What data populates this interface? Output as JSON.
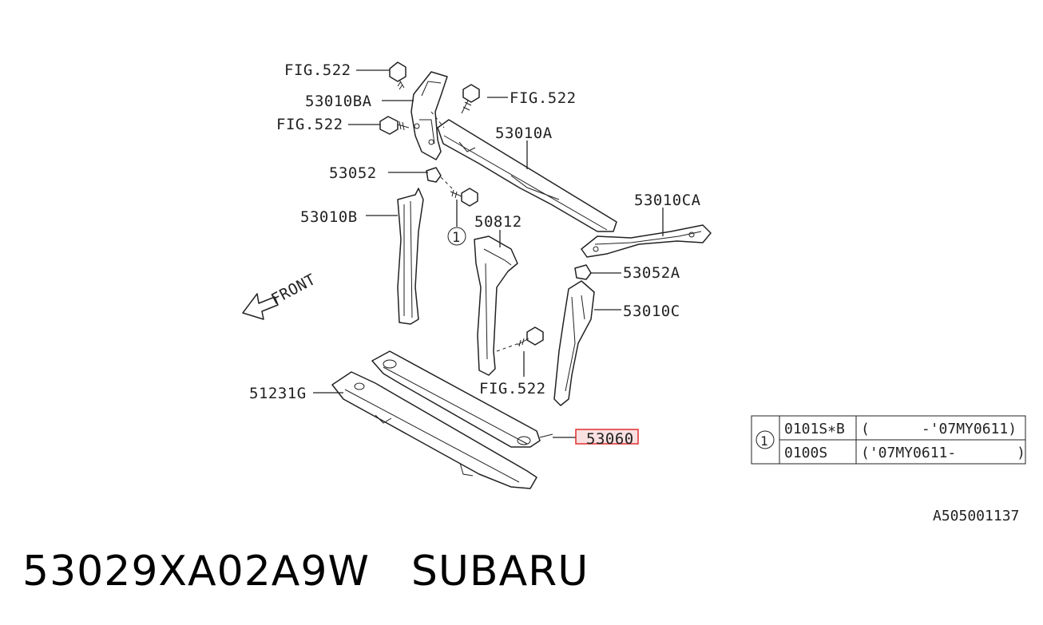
{
  "callouts": {
    "fig522_a": "FIG.522",
    "fig522_b": "FIG.522",
    "fig522_c": "FIG.522",
    "fig522_d": "FIG.522",
    "p53010BA": "53010BA",
    "p53010A": "53010A",
    "p53052": "53052",
    "p53010B": "53010B",
    "p50812": "50812",
    "p53010CA": "53010CA",
    "p53052A": "53052A",
    "p53010C": "53010C",
    "p51231G": "51231G",
    "p53060": "53060",
    "circle_ref": "1",
    "front": "FRONT"
  },
  "applicability_table": {
    "ref": "1",
    "rows": [
      {
        "part": "0101S∗B",
        "range": "(      -'07MY0611)"
      },
      {
        "part": "0100S",
        "range": "('07MY0611-       )"
      }
    ]
  },
  "diagram_id": "A505001137",
  "footer": {
    "part_number": "53029XA02A9W",
    "brand": "SUBARU"
  },
  "colors": {
    "line": "#222222",
    "highlight": "#e03030",
    "highlight_fill": "#f4c9c9"
  }
}
